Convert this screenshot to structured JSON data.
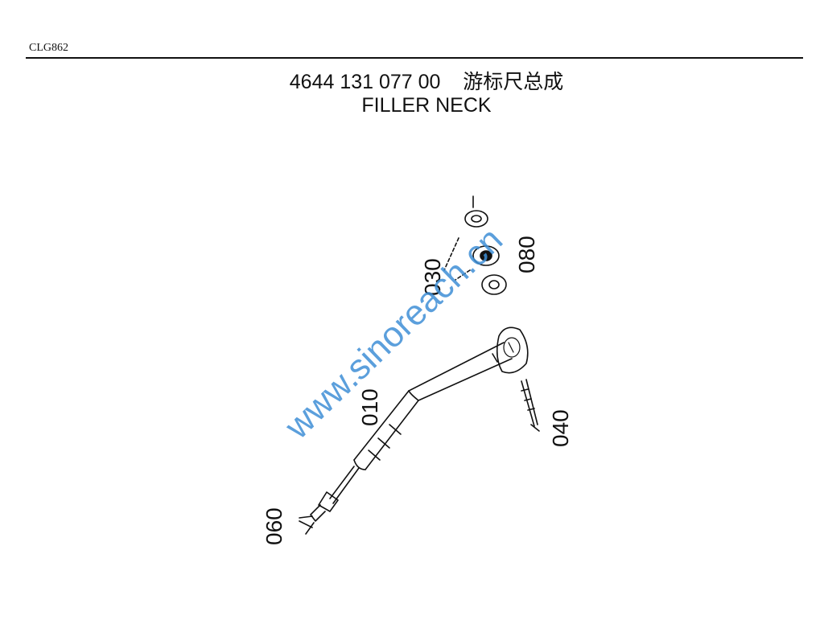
{
  "header": {
    "model_code": "CLG862"
  },
  "title": {
    "line1": "4644 131 077 00    游标尺总成",
    "line2": "FILLER NECK"
  },
  "callouts": {
    "c010": "010",
    "c030": "030",
    "c040": "040",
    "c060": "060",
    "c080": "080"
  },
  "watermark": "www.sinoreach.cn",
  "colors": {
    "line": "#111111",
    "watermark": "#3f8fd6"
  }
}
